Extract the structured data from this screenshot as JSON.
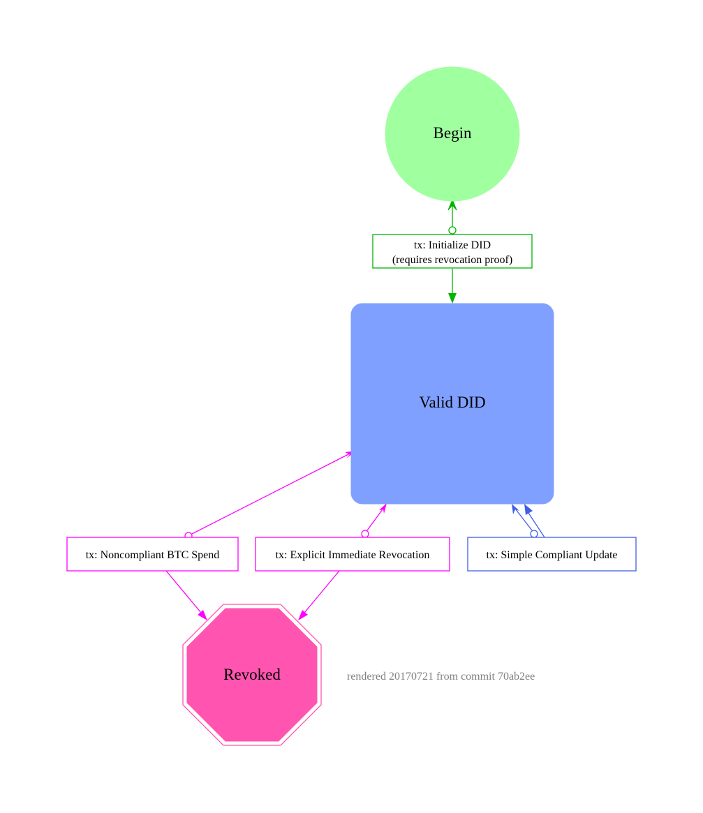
{
  "nodes": {
    "begin": {
      "label": "Begin"
    },
    "init_tx": {
      "line1": "tx: Initialize DID",
      "line2": "(requires revocation proof)"
    },
    "valid": {
      "label": "Valid DID"
    },
    "noncompliant_tx": {
      "label": "tx: Noncompliant BTC Spend"
    },
    "explicit_tx": {
      "label": "tx: Explicit Immediate Revocation"
    },
    "update_tx": {
      "label": "tx: Simple Compliant Update"
    },
    "revoked": {
      "label": "Revoked"
    }
  },
  "footer": {
    "text": "rendered 20170721 from commit 70ab2ee"
  },
  "colors": {
    "begin_fill": "#a0ff9f",
    "init_edge": "#00b400",
    "valid_fill": "#80a0ff",
    "revoke_edge": "#ff00ff",
    "update_edge": "#3f5fe8",
    "revoked_fill": "#ff55b0",
    "revoked_border": "#ff55b0",
    "footer_text": "#808080"
  }
}
